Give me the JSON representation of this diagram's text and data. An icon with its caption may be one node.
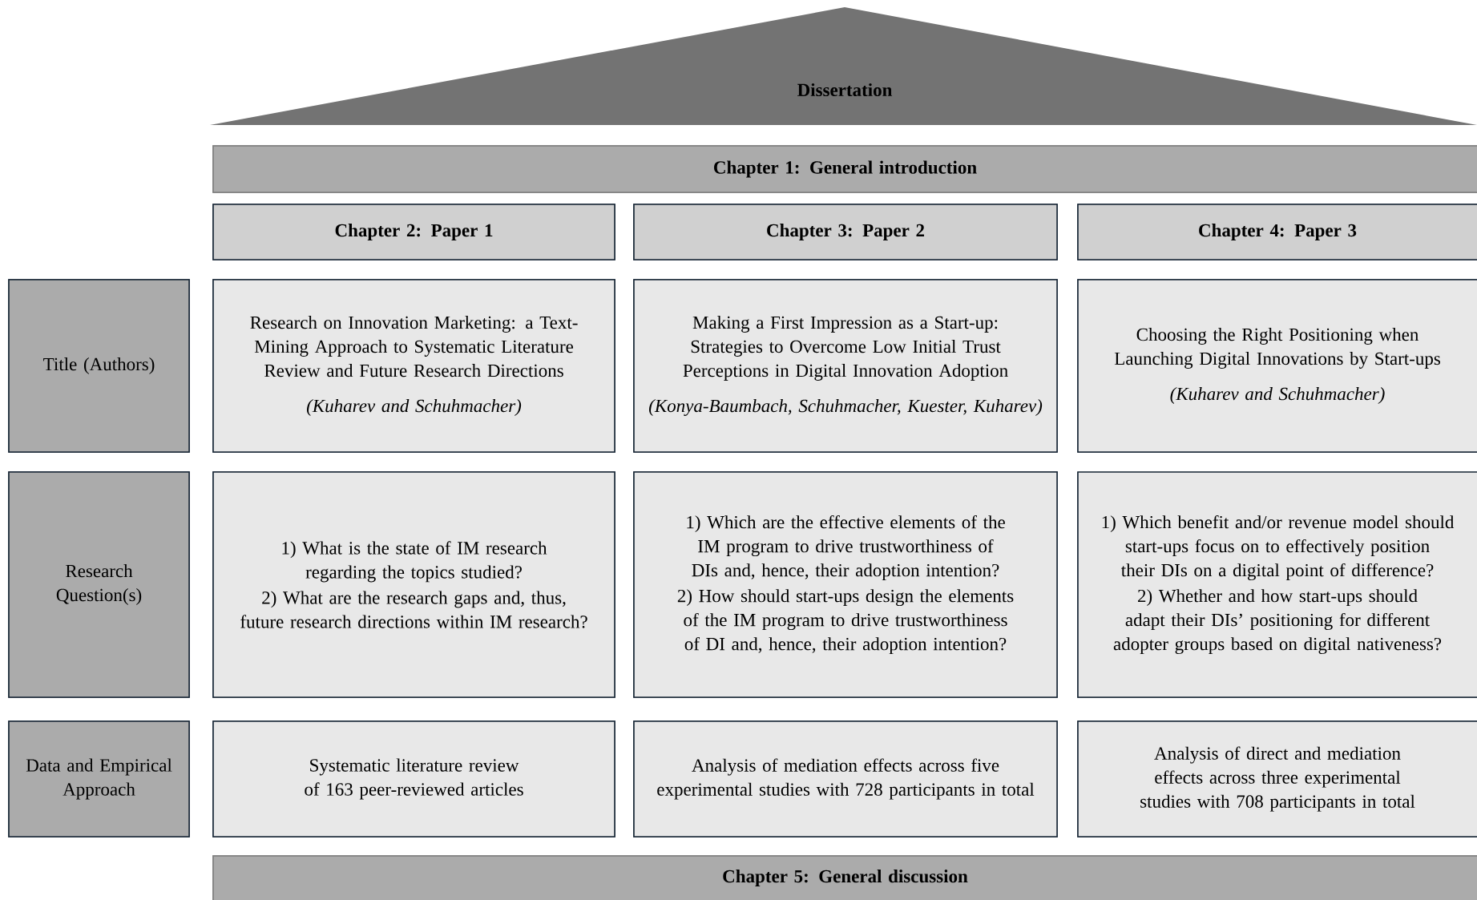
{
  "diagram": {
    "nodes": [
      {
        "text": [
          "Dissertation"
        ]
      },
      {
        "text": [
          "Chapter 1: General introduction"
        ]
      },
      {
        "text": [
          "Chapter 2: Paper 1"
        ]
      },
      {
        "text": [
          "Chapter 3: Paper 2"
        ]
      },
      {
        "text": [
          "Chapter 4: Paper 3"
        ]
      },
      {
        "text": [
          "Title (Authors)"
        ]
      },
      {
        "text": [
          "Research on Innovation Marketing: a Text-Mining Approach to Systematic Literature Review and Future Research Directions",
          "(Kuharev and Schuhmacher)"
        ]
      },
      {
        "text": [
          "Making a First Impression as a Start-up: Strategies to Overcome Low Initial Trust Perceptions in Digital Innovation Adoption",
          "(Konya-Baumbach, Schuhmacher, Kuester, Kuharev)"
        ]
      },
      {
        "text": [
          "Choosing the Right Positioning when Launching Digital Innovations by Start-ups",
          "(Kuharev and Schuhmacher)"
        ]
      },
      {
        "text": [
          "Research Question(s)"
        ]
      },
      {
        "text": [
          "1) What is the state of IM research regarding the topics studied?",
          "2) What are the research gaps and, thus, future research directions within IM research?"
        ]
      },
      {
        "text": [
          "1) Which are the effective elements of the IM program to drive trustworthiness of DIs and, hence, their adoption intention?",
          "2) How should start-ups design the elements of the IM program to drive trustworthiness of DI and, hence, their adoption intention?"
        ]
      },
      {
        "text": [
          "1) Which benefit and/or revenue model should start-ups focus on to effectively position their DIs on a digital point of difference?",
          "2) Whether and how start-ups should adapt their DIs’ positioning for different adopter groups based on digital nativeness?"
        ]
      },
      {
        "text": [
          "Data and Empirical Approach"
        ]
      },
      {
        "text": [
          "Systematic literature review of 163 peer-reviewed articles"
        ]
      },
      {
        "text": [
          "Analysis of mediation effects across five experimental studies with 728 participants in total"
        ]
      },
      {
        "text": [
          "Analysis of direct and mediation effects across three experimental studies with 708 participants in total"
        ]
      },
      {
        "text": [
          "Chapter 5: General discussion"
        ]
      }
    ]
  }
}
